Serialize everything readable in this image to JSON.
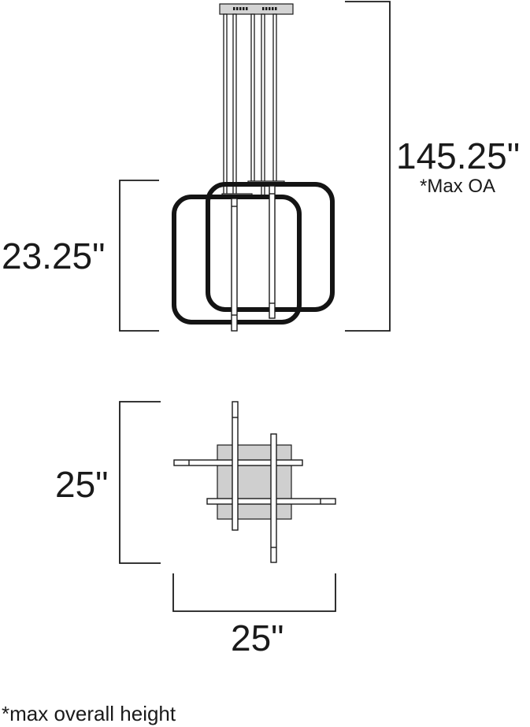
{
  "dimensions": {
    "overall_height": "145.25\"",
    "overall_height_note": "*Max OA",
    "fixture_height": "23.25\"",
    "top_view_depth": "25\"",
    "top_view_width": "25\""
  },
  "footnote": "*max overall height",
  "colors": {
    "line": "#1a1a1a",
    "frame": "#141414",
    "canopy": "#c9c9c9",
    "background": "#ffffff"
  }
}
